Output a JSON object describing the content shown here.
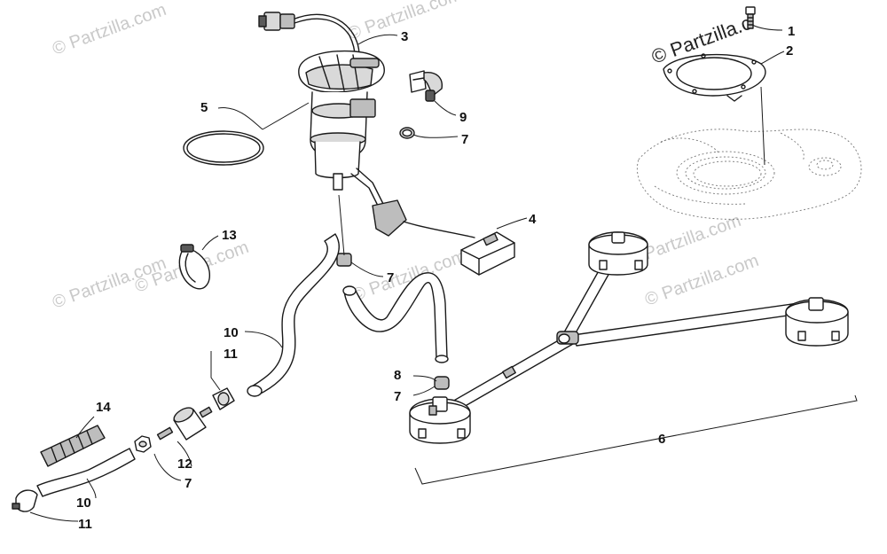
{
  "watermarks": {
    "brand": "© Partzilla.com",
    "corner_brand": "© Partzilla.c"
  },
  "callouts": {
    "c1": "1",
    "c2": "2",
    "c3": "3",
    "c4": "4",
    "c5": "5",
    "c6": "6",
    "c7a": "7",
    "c7b": "7",
    "c7c": "7",
    "c7d": "7",
    "c8": "8",
    "c9": "9",
    "c10a": "10",
    "c10b": "10",
    "c11a": "11",
    "c11b": "11",
    "c12": "12",
    "c13": "13",
    "c14": "14"
  }
}
